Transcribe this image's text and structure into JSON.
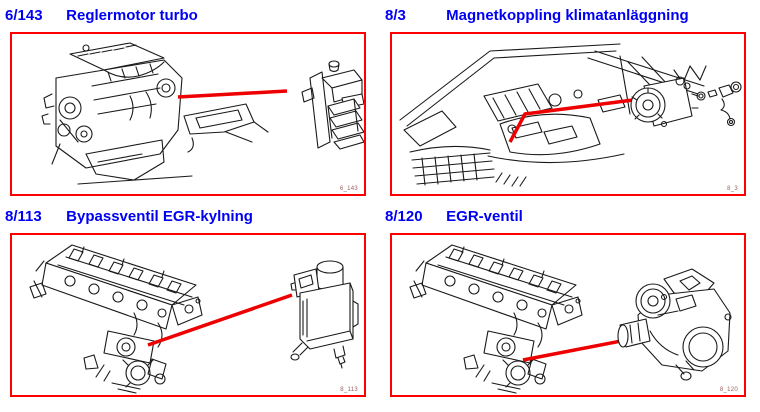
{
  "page": {
    "background": "#ffffff",
    "colors": {
      "title": "#0000f5",
      "frame": "#ff0000",
      "callout": "#ee0000",
      "art": "#1a1a1a",
      "figure_ref": "#9b5f5f"
    }
  },
  "panels": [
    {
      "code": "6/143",
      "label": "Reglermotor turbo",
      "figure_ref": "6_143"
    },
    {
      "code": "8/3",
      "label": "Magnetkoppling klimatanläggning",
      "figure_ref": "8_3"
    },
    {
      "code": "8/113",
      "label": "Bypassventil EGR-kylning",
      "figure_ref": "8_113"
    },
    {
      "code": "8/120",
      "label": "EGR-ventil",
      "figure_ref": "8_120"
    }
  ]
}
